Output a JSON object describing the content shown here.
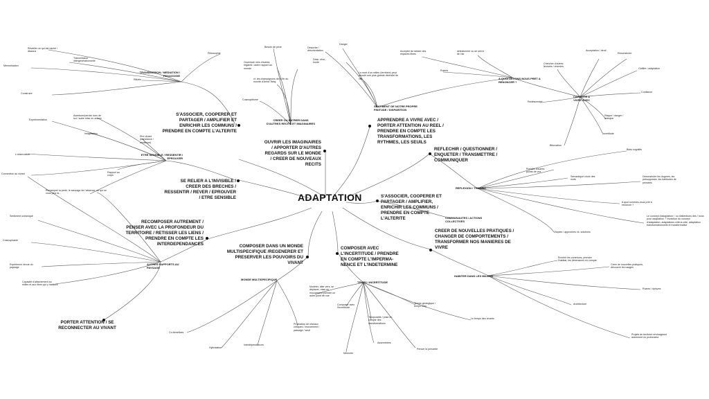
{
  "title": "ADAPTATION",
  "branches": {
    "s_associer_top": "S'ASSOCIER, COOPERER ET PARTAGER / AMPLIFIER ET ENRICHIR LES COMMUNS / PRENDRE EN COMPTE L'ALTERITE",
    "ouvrir": "OUVRIR LES IMAGINAIRES / APPORTER D'AUTRES REGARDS SUR LE MONDE / CREER DE NOUVEAUX RECITS",
    "apprendre": "APPRENDRE A VIVRE AVEC / PORTER ATTENTION AU REEL / PRENDRE EN COMPTE LES TRANSFORMATIONS, LES RYTHMES, LES SEUILS",
    "reflechir": "REFLECHIR / QUESTIONNER / ENQUETER / TRANSMETTRE / COMMUNIQUER",
    "invisible": "SE RELIER A L'INVISIBLE / CREER DES BRECHES / RESSENTIR / REVER / EPROUVER / ETRE SENSIBLE",
    "s_associer_right": "S'ASSOCIER, COOPERER ET PARTAGER / AMPLIFIER, ENRICHIR LES COMMUNS / PRENDRE EN COMPTE L'ALTERITE",
    "recomposer": "RECOMPOSER AUTREMENT / PENSER AVEC LA PROFONDEUR DU TERRITOIRE / RETISSER LES LIENS / PRENDRE EN COMPTE LES INTERDEPENDANCES",
    "creer": "CREER DE NOUVELLES PRATIQUES / CHANGER DE COMPORTEMENTS / TRANSFORMER NOS MANIERES DE VIVRE",
    "composer_monde": "COMPOSER DANS UN MONDE MULTISPECIFIQUE /REGENERER ET PRESERVER LES POUVOIRS DU VIVANT",
    "composer_incert": "COMPOSER AVEC L'INCERTITUDE / PRENDRE EN COMPTE L'IMPERMA- NENCE ET L'INDETERMINE",
    "porter": "PORTER ATTENTION / SE RECONNECTER AU VIVANT"
  },
  "categories": {
    "transmission": "TRANSMISSION / MEDIATION / PEDAGOGIE",
    "creer_ou_entrer": "CREER OU ENTRER DANS D'AUTRES RECITS ET IMAGINAIRES",
    "sentiment": "SENTIMENT DE NOTRE PROPRE FINITUDE / DISPARITION",
    "renoncer": "A QUOI DEVONS-NOUS PRET A RENONCER ?",
    "capacite": "CAPACITE A VIVRE AVEC",
    "etre_sensible": "ETRE SENSIBLE / RESSENTIR / EPROUVER",
    "reflexion": "REFLEXION / THEORIE",
    "communautes": "COMMUNAUTES / ACTIONS COLLECTIVES",
    "autres_rapports": "AUTRES RAPPORTS AU PAYSAGE",
    "habiter": "HABITER DANS LES MILIEUX",
    "monde_multi": "MONDE MULTISPECIFIQUE",
    "temps": "TEMPS / INCERTITUDE"
  },
  "leaves": {
    "reveiller": "Réveiller ce qui est caché / dissous",
    "transmission_inter": "Transmission intergénérationnelle",
    "memorisation": "Mémorisation",
    "rituels": "Rituels",
    "construire": "Construire",
    "philosophie": "Philosophie",
    "besoin_prive": "Besoin de privé",
    "ouverture": "Ouverture vers d'autres regards / autre rapport au monde",
    "cf_champignons": "cf. les champignons de la fin du monde d'Anna Tsing",
    "cosmopitisme": "Cosmopitisme",
    "desordre": "Désordre / désorientation",
    "desir_reves": "Désir, rêve, honte",
    "danger": "Danger",
    "la_mort": "La mort d'un milieu (territoire) peut aboutir une plus grande diversité de vie",
    "accepter": "Accepter de laisser des espaces libres",
    "selectionner": "sélectionner ou se servir de l'air",
    "ruines": "Ruines",
    "chercher": "Chercher d'autres lectures / chemins",
    "acceptation": "Acceptation / deuil",
    "reconstruire": "Reconstruire",
    "outiller": "Outiller / adaptation",
    "confiance": "Confiance",
    "redescendre": "Redescendre",
    "risque": "Risque / danger / anticiper",
    "incertitude_cap": "Incertitude",
    "bifurcation": "Bifurcation",
    "experimentation": "Expérimentation",
    "aventure": "Aventurer/perdre hors de soi / autre mise en œuvre",
    "imagination": "Imagination",
    "etre_vivant": "Etre vivant (transiance / résilience)",
    "lobservation": "L'observation",
    "rapport_corps": "Rapport au corps",
    "connection": "Connection au vivant",
    "remarquer": "Remarquer la perte, le sauvage de l'absence, ce qui ne vous plus là...",
    "biais": "Biais cognitifs",
    "prendre_distance": "Prendre d'autres points de vue",
    "semantique": "Sémantique choix des mots",
    "deconstruire": "Déconstruire les dogmes, les présupposés, les habitudes de pensées",
    "quoi_pret": "A quoi sommes-nous prêt à renoncer ?",
    "concept": "Le concept d'adaptation / 'ou d'attentions des / nous pour adaptation ?' évolution du concept d'adaptation, adaptations côte-à-côte, adaptation transformationnelle et transformative",
    "utopies": "Utopies / approches vs. solutions",
    "sentiment_oceanique": "Sentiment océanique",
    "cosmophanie": "Cosmophanie",
    "experience": "Expérience vécue du paysage",
    "capacite_attach": "Capacité d'attachement au milieu et aux êtres qui y habitent",
    "enrichir": "Enrichir les communs, prendre l'habitat, les dimensions en compte",
    "creer_nouvelles": "Créer de nouvelles pratiques, découvrir les usages",
    "ruines_ripisves": "Ruines / ripisves",
    "architecture": "Architecture",
    "projets": "Projets de territoire envisageant autrement en profondeur",
    "co_benefices": "Co-bénéfices",
    "hybridation": "Hybridation",
    "interdependances": "Interdépendances",
    "production": "Production de réseaux critiques / mouvement / passage / seuil",
    "modeler": "Modeler, aller vers, se déplacer, mise en mouvement prendre un autre point de vue",
    "temps_geo": "Temps géologique / temps long",
    "composer_avec": "Composer avec l'incertitude",
    "temporalite": "Temporalité / prise en compte des transformations",
    "le_temps": "Le temps des vivants",
    "assemblees": "Assemblées",
    "memoire": "Mémoire",
    "penser_precaire": "Penser la précarité"
  }
}
